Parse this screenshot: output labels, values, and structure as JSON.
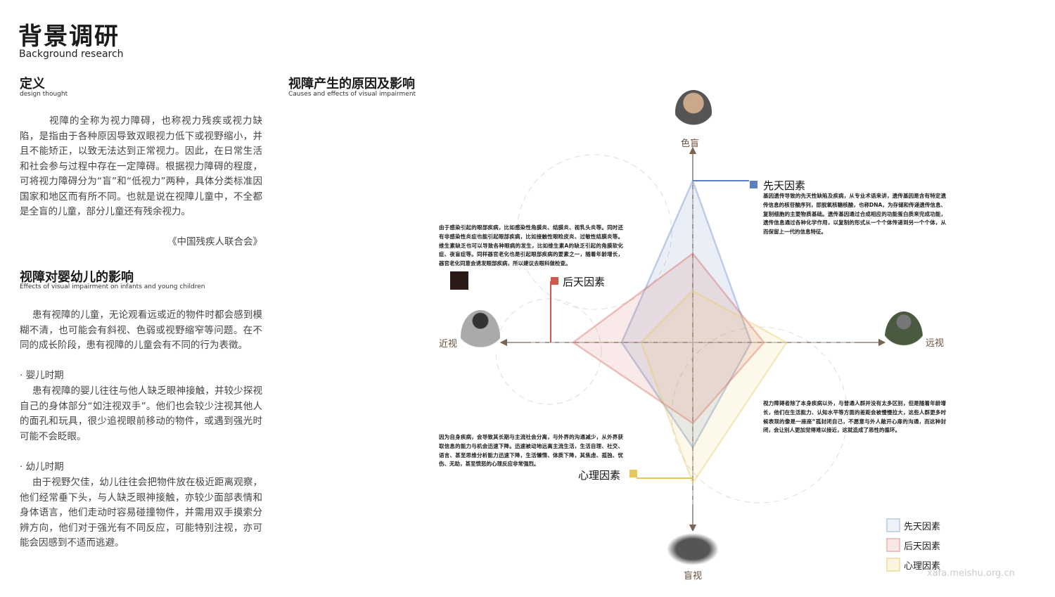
{
  "header": {
    "title": "背景调研",
    "subtitle": "Background research"
  },
  "definition": {
    "title": "定义",
    "subtitle": "design thought",
    "body": "视障的全称为视力障碍，也称视力残疾或视力缺陷，是指由于各种原因导致双眼视力低下或视野缩小，并且不能矫正，以致无法达到正常视力。因此，在日常生活和社会参与过程中存在一定障碍。根据视力障碍的程度，可将视力障碍分为“盲”和“低视力”两种，具体分类标准因国家和地区而有所不同。也就是说在视障儿童中，不全都是全盲的儿童，部分儿童还有残余视力。",
    "source": "《中国残疾人联合会》"
  },
  "impact": {
    "title": "视障对婴幼儿的影响",
    "subtitle": "Effects of visual impairment on infants and young children",
    "intro": "患有视障的儿童，无论观看远或近的物件时都会感到模糊不清，也可能会有斜视、色弱或视野缩窄等问题。在不同的成长阶段，患有视障的儿童会有不同的行为表徵。",
    "infant_title": "· 婴儿时期",
    "infant_body": "患有视障的婴儿往往与他人缺乏眼神接触，并较少探视自己的身体部分“如注视双手”。他们也会较少注视其他人的面孔和玩具，很少追视眼前移动的物件，或遇到强光时可能不会眨眼。",
    "toddler_title": "· 幼儿时期",
    "toddler_body": "由于视野欠佳，幼儿往往会把物件放在极近距离观察，他们经常垂下头，与人缺乏眼神接触，亦较少面部表情和身体语言，他们走动时容易碰撞物件，并需用双手摸索分辨方向，他们对于强光有不同反应，可能特别注视，亦可能会因感到不适而逃避。"
  },
  "causes": {
    "title": "视障产生的原因及影响",
    "subtitle": "Causes and effects of visual impairment"
  },
  "chart_data": {
    "type": "radar",
    "axes": [
      "色盲",
      "远视",
      "盲视",
      "近视"
    ],
    "series": [
      {
        "name": "先天因素",
        "color": "#5b7fc0",
        "values": [
          1.0,
          0.36,
          0.65,
          0.44
        ]
      },
      {
        "name": "后天因素",
        "color": "#d0574e",
        "values": [
          0.55,
          0.44,
          0.5,
          0.74
        ]
      },
      {
        "name": "心理因素",
        "color": "#e8c65a",
        "values": [
          0.32,
          0.58,
          0.87,
          0.32
        ]
      }
    ],
    "legend": "bottom-right"
  },
  "factors": {
    "congenital": {
      "title": "先天因素",
      "body": "基因遗传导致的先天性缺陷及疾病，从专业术语来讲，遗传基因是含有特定遗传信息的核苷酸序列，即脱氧核糖核酸，也称DNA，为存储和传递遗传信息、复制细胞的主要物质基础。遗传基因通过合成相应的功能蛋白质来完成功能，遗传信息通过各种化学作用，以复制的形式从一个个体传递到另一个个体，从而保留上一代的信息特征。"
    },
    "acquired": {
      "title": "后天因素",
      "body": "由于感染引起的眼部疾病，比如感染性角膜炎、结膜炎、视乳头炎等。同时还有非感染性炎症也能引起眼部疾病，比如接触性眼睑皮炎、过敏性结膜炎等。维生素缺乏也可以导致各种眼病的发生，比如维生素A的缺乏引起的角膜软化症、夜盲症等。同样器官老化也是引起眼部疾病的要素之一，随着年龄增长，器官老化同意会诱发眼部疾病，所以建议去眼科做检查。"
    },
    "psychological": {
      "title": "心理因素",
      "body": "因为自身疾病，会导致其长期与主流社会分离，与外界的沟通减少，从外界获取信息的能力与机会迅速下降。迅速被动地远离主流生活，生活自理、社交、语言、甚至思维分析能力迅速下降，生活懒惰、体质下降，其焦虑、孤独、忧伤、无助，甚至愤怒的心理反应非常强烈。"
    },
    "far": {
      "body": "视力障碍者除了本身疾病以外，与普通人群并没有太多区别，但是随着年龄增长，他们在生活能力、认知水平等方面的差距会被慢慢拉大，这些人群更多时候表现的像是一座座“孤封闭自己，不愿意与外人敞开心扉的沟通，而这种封闭，会让别人更加觉得难以接近，这就造成了恶性的循环。"
    }
  },
  "legend": [
    "先天因素",
    "后天因素",
    "心理因素"
  ],
  "watermark": "xafa.meishu.org.cn"
}
